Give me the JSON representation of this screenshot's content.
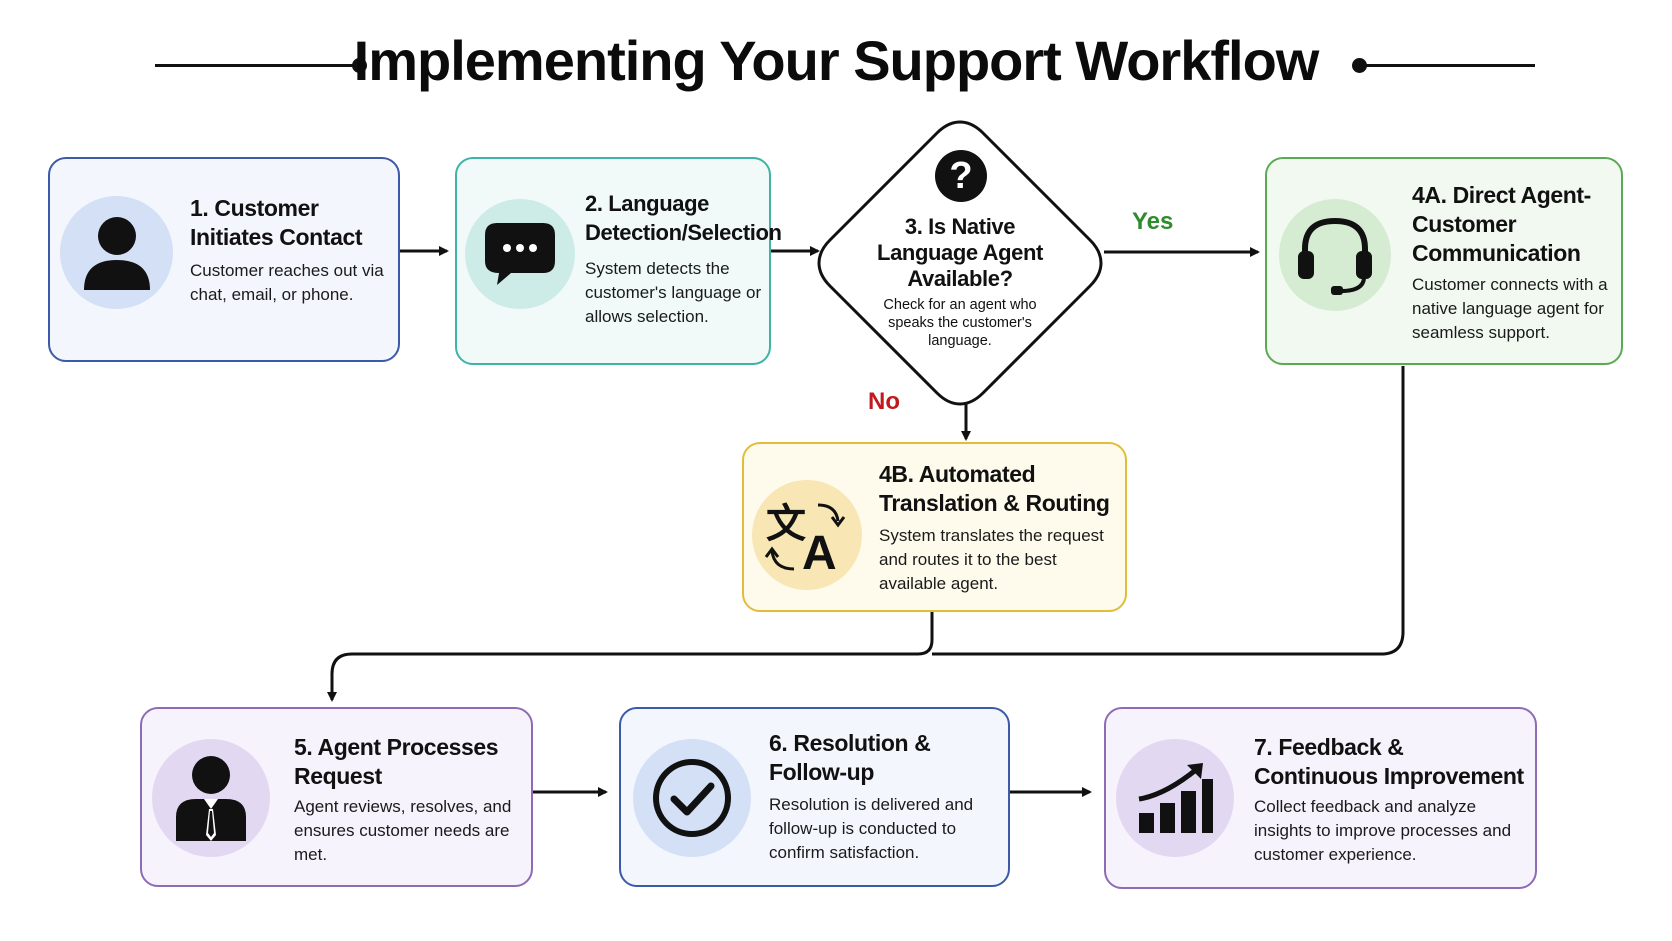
{
  "title": "Implementing Your Support Workflow",
  "colors": {
    "blue": "#3d5aa8",
    "teal": "#3fb3a6",
    "green": "#5aaa55",
    "yellow": "#e1bd3a",
    "purple": "#8e6bb5",
    "yes": "#2e8b2e",
    "no": "#c0191e"
  },
  "steps": {
    "step1": {
      "title": "1. Customer Initiates Contact",
      "description": "Customer reaches out via chat, email, or phone.",
      "icon": "user-icon"
    },
    "step2": {
      "title": "2. Language Detection/Selection",
      "description": "System detects the customer's language or allows selection.",
      "icon": "chat-bubble-icon"
    },
    "step3": {
      "title": "3. Is Native Language Agent Available?",
      "description": "Check for an agent who speaks the customer's language.",
      "icon": "question-mark-icon"
    },
    "step4a": {
      "title": "4A. Direct Agent-Customer Communication",
      "description": "Customer connects with a native language agent for seamless support.",
      "icon": "headset-icon"
    },
    "step4b": {
      "title": "4B. Automated Translation & Routing",
      "description": "System translates the request and routes it to the best available agent.",
      "icon": "translate-icon"
    },
    "step5": {
      "title": "5. Agent Processes Request",
      "description": "Agent reviews, resolves, and ensures customer needs are met.",
      "icon": "agent-icon"
    },
    "step6": {
      "title": "6. Resolution & Follow-up",
      "description": "Resolution is delivered and follow-up is conducted to confirm satisfaction.",
      "icon": "check-circle-icon"
    },
    "step7": {
      "title": "7. Feedback & Continuous Improvement",
      "description": "Collect feedback and analyze insights to improve processes and customer experience.",
      "icon": "growth-chart-icon"
    }
  },
  "branches": {
    "yes": "Yes",
    "no": "No"
  }
}
